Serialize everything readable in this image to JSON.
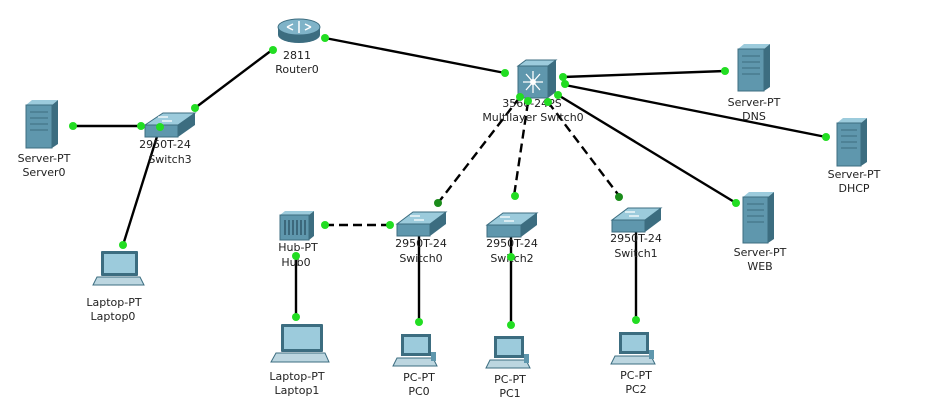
{
  "colors": {
    "background": "#ffffff",
    "link": "#000000",
    "port_up": "#22dd22",
    "port_mid": "#1a8c1a",
    "device_face": "#5f97ad",
    "device_dark": "#3c6d80",
    "device_light": "#9ccbdc"
  },
  "devices": {
    "router0": {
      "icon": "router-icon",
      "model": "2811",
      "name": "Router0"
    },
    "mls": {
      "icon": "multilayer-switch-icon",
      "model": "3560-24PS",
      "name": "Multilayer Switch0"
    },
    "dns": {
      "icon": "server-icon",
      "model": "Server-PT",
      "name": "DNS"
    },
    "dhcp": {
      "icon": "server-icon",
      "model": "Server-PT",
      "name": "DHCP"
    },
    "web": {
      "icon": "server-icon",
      "model": "Server-PT",
      "name": "WEB"
    },
    "server0": {
      "icon": "server-icon",
      "model": "Server-PT",
      "name": "Server0"
    },
    "switch3": {
      "icon": "switch-icon",
      "model": "2950T-24",
      "name": "Switch3"
    },
    "laptop0": {
      "icon": "laptop-icon",
      "model": "Laptop-PT",
      "name": "Laptop0"
    },
    "hub0": {
      "icon": "hub-icon",
      "model": "Hub-PT",
      "name": "Hub0"
    },
    "switch0": {
      "icon": "switch-icon",
      "model": "2950T-24",
      "name": "Switch0"
    },
    "switch2": {
      "icon": "switch-icon",
      "model": "2950T-24",
      "name": "Switch2"
    },
    "switch1": {
      "icon": "switch-icon",
      "model": "2950T-24",
      "name": "Switch1"
    },
    "laptop1": {
      "icon": "laptop-icon",
      "model": "Laptop-PT",
      "name": "Laptop1"
    },
    "pc0": {
      "icon": "pc-icon",
      "model": "PC-PT",
      "name": "PC0"
    },
    "pc1": {
      "icon": "pc-icon",
      "model": "PC-PT",
      "name": "PC1"
    },
    "pc2": {
      "icon": "pc-icon",
      "model": "PC-PT",
      "name": "PC2"
    }
  },
  "links": [
    {
      "from": "router0",
      "to": "mls",
      "type": "straight"
    },
    {
      "from": "router0",
      "to": "switch3",
      "type": "straight"
    },
    {
      "from": "server0",
      "to": "switch3",
      "type": "straight"
    },
    {
      "from": "switch3",
      "to": "laptop0",
      "type": "straight"
    },
    {
      "from": "mls",
      "to": "dns",
      "type": "straight"
    },
    {
      "from": "mls",
      "to": "dhcp",
      "type": "straight"
    },
    {
      "from": "mls",
      "to": "web",
      "type": "straight"
    },
    {
      "from": "mls",
      "to": "switch0",
      "type": "crossover"
    },
    {
      "from": "mls",
      "to": "switch2",
      "type": "crossover"
    },
    {
      "from": "mls",
      "to": "switch1",
      "type": "crossover"
    },
    {
      "from": "hub0",
      "to": "switch0",
      "type": "crossover"
    },
    {
      "from": "hub0",
      "to": "laptop1",
      "type": "straight"
    },
    {
      "from": "switch0",
      "to": "pc0",
      "type": "straight"
    },
    {
      "from": "switch2",
      "to": "pc1",
      "type": "straight"
    },
    {
      "from": "switch1",
      "to": "pc2",
      "type": "straight"
    }
  ]
}
